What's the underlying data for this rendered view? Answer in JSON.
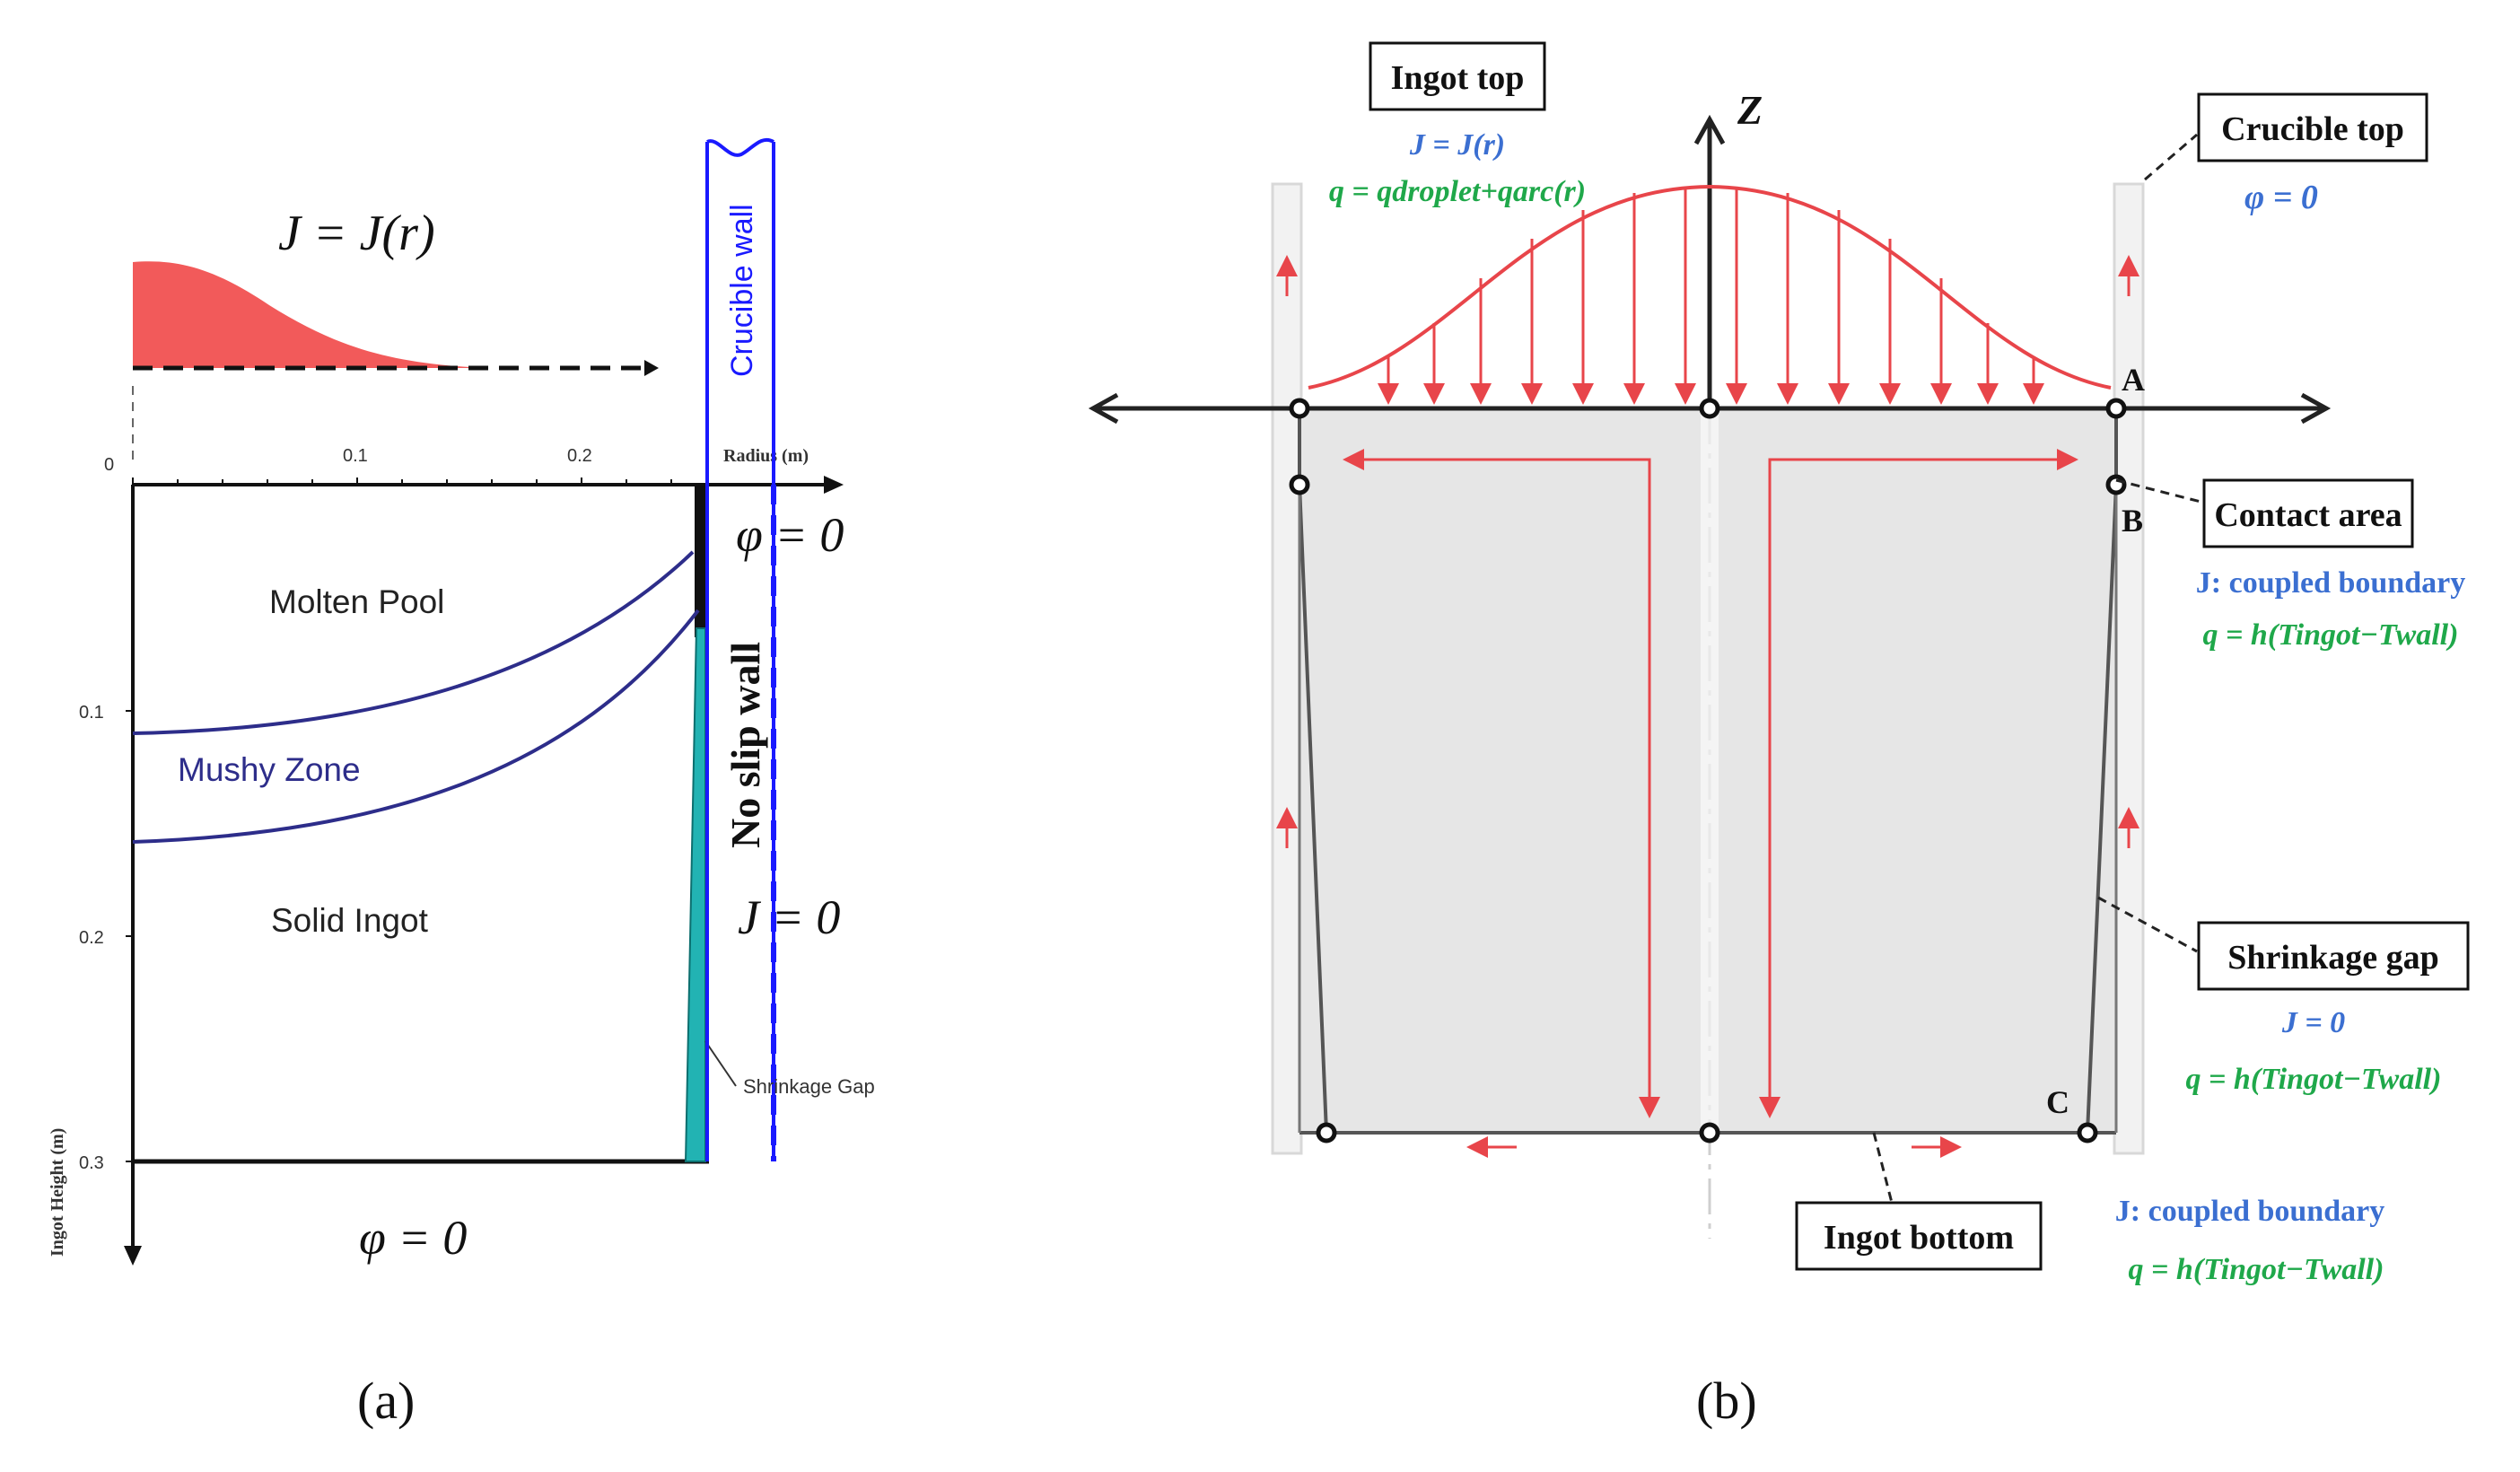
{
  "panel_a": {
    "caption": "(a)",
    "j_label": "J = J(r)",
    "x_axis_label": "Radius (m)",
    "y_axis_label": "Ingot Height (m)",
    "x_ticks": [
      "0",
      "0.1",
      "0.2"
    ],
    "y_ticks": [
      "0.1",
      "0.2",
      "0.3"
    ],
    "regions": {
      "molten_pool": "Molten Pool",
      "mushy_zone": "Mushy Zone",
      "solid_ingot": "Solid Ingot"
    },
    "crucible_wall": "Crucible wall",
    "no_slip_wall": "No slip wall",
    "phi_top": "φ = 0",
    "j_zero": "J = 0",
    "phi_bottom": "φ = 0",
    "shrinkage_gap": "Shrinkage Gap",
    "colors": {
      "current_fill": "#f25a5a",
      "isolines": "#2d2d8a",
      "wall": "#1a1aff",
      "gap": "#22b3b3"
    }
  },
  "panel_b": {
    "caption": "(b)",
    "z_label": "Z",
    "points": {
      "A": "A",
      "B": "B",
      "C": "C"
    },
    "ingot_top": {
      "label": "Ingot top",
      "j_eq": "J = J(r)",
      "q_eq": "q = qdroplet+qarc(r)"
    },
    "crucible_top": {
      "label": "Crucible top",
      "phi_eq": "φ = 0"
    },
    "contact_area": {
      "label": "Contact area",
      "j_eq": "J: coupled boundary",
      "q_eq": "q = h(Tingot−Twall)"
    },
    "shrinkage_gap": {
      "label": "Shrinkage gap",
      "j_eq": "J = 0",
      "q_eq": "q = h(Tingot−Twall)"
    },
    "ingot_bottom": {
      "label": "Ingot bottom",
      "j_eq": "J: coupled boundary",
      "q_eq": "q = h(Tingot−Twall)"
    },
    "colors": {
      "blue_text": "#3b6fd1",
      "green_text": "#1fa84a",
      "flow": "#e8454a",
      "ingot_fill": "#e6e6e6"
    }
  }
}
